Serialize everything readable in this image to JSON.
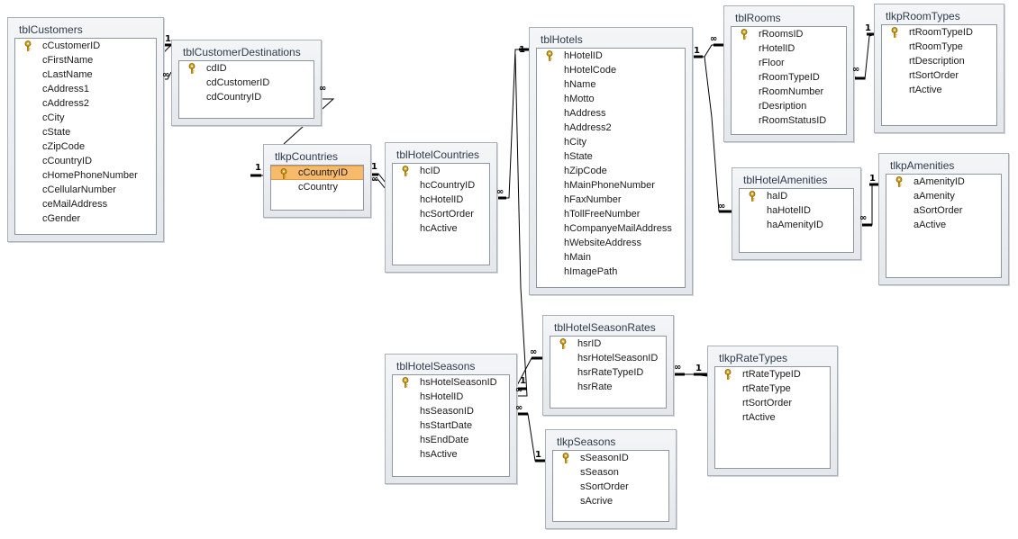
{
  "tables": [
    {
      "id": "tblCustomers",
      "title": "tblCustomers",
      "fields": [
        {
          "name": "cCustomerID",
          "pk": true
        },
        {
          "name": "cFirstName"
        },
        {
          "name": "cLastName"
        },
        {
          "name": "cAddress1"
        },
        {
          "name": "cAddress2"
        },
        {
          "name": "cCity"
        },
        {
          "name": "cState"
        },
        {
          "name": "cZipCode"
        },
        {
          "name": "cCountryID"
        },
        {
          "name": "cHomePhoneNumber"
        },
        {
          "name": "cCellularNumber"
        },
        {
          "name": "ceMailAddress"
        },
        {
          "name": "cGender"
        }
      ]
    },
    {
      "id": "tblCustomerDestinations",
      "title": "tblCustomerDestinations",
      "fields": [
        {
          "name": "cdID",
          "pk": true
        },
        {
          "name": "cdCustomerID"
        },
        {
          "name": "cdCountryID"
        }
      ]
    },
    {
      "id": "tlkpCountries",
      "title": "tlkpCountries",
      "fields": [
        {
          "name": "cCountryID",
          "pk": true,
          "selected": true
        },
        {
          "name": "cCountry"
        }
      ]
    },
    {
      "id": "tblHotelCountries",
      "title": "tblHotelCountries",
      "fields": [
        {
          "name": "hcID",
          "pk": true
        },
        {
          "name": "hcCountryID"
        },
        {
          "name": "hcHotelID"
        },
        {
          "name": "hcSortOrder"
        },
        {
          "name": "hcActive"
        }
      ]
    },
    {
      "id": "tblHotels",
      "title": "tblHotels",
      "fields": [
        {
          "name": "hHotelID",
          "pk": true
        },
        {
          "name": "hHotelCode"
        },
        {
          "name": "hName"
        },
        {
          "name": "hMotto"
        },
        {
          "name": "hAddress"
        },
        {
          "name": "hAddress2"
        },
        {
          "name": "hCity"
        },
        {
          "name": "hState"
        },
        {
          "name": "hZipCode"
        },
        {
          "name": "hMainPhoneNumber"
        },
        {
          "name": "hFaxNumber"
        },
        {
          "name": "hTollFreeNumber"
        },
        {
          "name": "hCompanyeMailAddress"
        },
        {
          "name": "hWebsiteAddress"
        },
        {
          "name": "hMain"
        },
        {
          "name": "hImagePath"
        }
      ]
    },
    {
      "id": "tblRooms",
      "title": "tblRooms",
      "fields": [
        {
          "name": "rRoomsID",
          "pk": true
        },
        {
          "name": "rHotelID"
        },
        {
          "name": "rFloor"
        },
        {
          "name": "rRoomTypeID"
        },
        {
          "name": "rRoomNumber"
        },
        {
          "name": "rDesription"
        },
        {
          "name": "rRoomStatusID"
        }
      ]
    },
    {
      "id": "tlkpRoomTypes",
      "title": "tlkpRoomTypes",
      "fields": [
        {
          "name": "rtRoomTypeID",
          "pk": true
        },
        {
          "name": "rtRoomType"
        },
        {
          "name": "rtDescription"
        },
        {
          "name": "rtSortOrder"
        },
        {
          "name": "rtActive"
        }
      ]
    },
    {
      "id": "tblHotelAmenities",
      "title": "tblHotelAmenities",
      "fields": [
        {
          "name": "haID",
          "pk": true
        },
        {
          "name": "haHotelID"
        },
        {
          "name": "haAmenityID"
        }
      ]
    },
    {
      "id": "tlkpAmenities",
      "title": "tlkpAmenities",
      "fields": [
        {
          "name": "aAmenityID",
          "pk": true
        },
        {
          "name": "aAmenity"
        },
        {
          "name": "aSortOrder"
        },
        {
          "name": "aActive"
        }
      ]
    },
    {
      "id": "tblHotelSeasonRates",
      "title": "tblHotelSeasonRates",
      "fields": [
        {
          "name": "hsrID",
          "pk": true
        },
        {
          "name": "hsrHotelSeasonID"
        },
        {
          "name": "hsrRateTypeID"
        },
        {
          "name": "hsrRate"
        }
      ]
    },
    {
      "id": "tlkpRateTypes",
      "title": "tlkpRateTypes",
      "fields": [
        {
          "name": "rtRateTypeID",
          "pk": true
        },
        {
          "name": "rtRateType"
        },
        {
          "name": "rtSortOrder"
        },
        {
          "name": "rtActive"
        }
      ]
    },
    {
      "id": "tblHotelSeasons",
      "title": "tblHotelSeasons",
      "fields": [
        {
          "name": "hsHotelSeasonID",
          "pk": true
        },
        {
          "name": "hsHotelID"
        },
        {
          "name": "hsSeasonID"
        },
        {
          "name": "hsStartDate"
        },
        {
          "name": "hsEndDate"
        },
        {
          "name": "hsActive"
        }
      ]
    },
    {
      "id": "tlkpSeasons",
      "title": "tlkpSeasons",
      "fields": [
        {
          "name": "sSeasonID",
          "pk": true
        },
        {
          "name": "sSeason"
        },
        {
          "name": "sSortOrder"
        },
        {
          "name": "sAcrive"
        }
      ]
    }
  ],
  "cardinality": {
    "one": "1",
    "many": "∞"
  }
}
